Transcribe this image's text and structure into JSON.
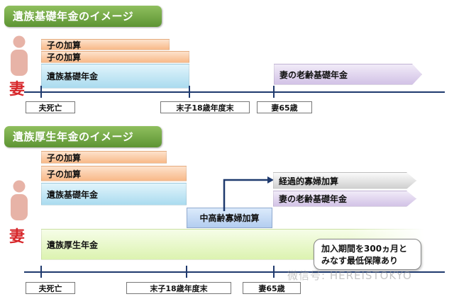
{
  "section1": {
    "title": "遺族基礎年金のイメージ",
    "bars": [
      "子の加算",
      "子の加算",
      "遺族基礎年金"
    ],
    "arrow": "妻の老齢基礎年金",
    "figure_label": "妻",
    "timeline": [
      "夫死亡",
      "末子18歳年度末",
      "妻65歳"
    ]
  },
  "section2": {
    "title": "遺族厚生年金のイメージ",
    "bars": [
      "子の加算",
      "子の加算",
      "遺族基礎年金"
    ],
    "middle": "中高齢寡婦加算",
    "arrows": [
      "経過的寡婦加算",
      "妻の老齢基礎年金"
    ],
    "long_bar": "遺族厚生年金",
    "callout": [
      "加入期間を300ヵ月と",
      "みなす最低保障あり"
    ],
    "figure_label": "妻",
    "timeline": [
      "夫死亡",
      "末子18歳年度末",
      "妻65歳"
    ]
  },
  "watermark": "微信号: HEREISTOKYO",
  "colors": {
    "title_green": "#6aa33d",
    "axis": "#1f3a6e",
    "wife_red": "#d7262a",
    "person": "#e7b3a7"
  }
}
